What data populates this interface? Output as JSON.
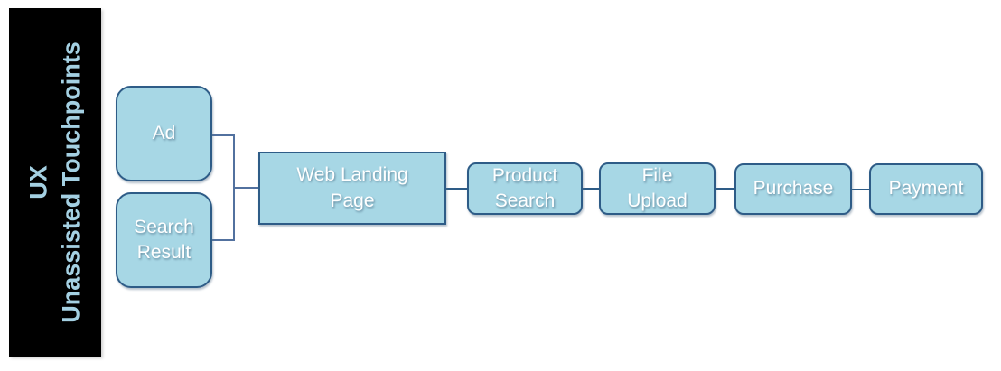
{
  "diagram": {
    "sidebar": {
      "title_line1": "UX",
      "title_line2": "Unassisted Touchpoints"
    },
    "nodes": [
      {
        "id": "ad",
        "label": "Ad",
        "shape": "rounded"
      },
      {
        "id": "search-result",
        "label": "Search Result",
        "shape": "rounded"
      },
      {
        "id": "web-landing-page",
        "label": "Web Landing Page",
        "shape": "rectangle"
      },
      {
        "id": "product-search",
        "label": "Product Search",
        "shape": "rounded"
      },
      {
        "id": "file-upload",
        "label": "File Upload",
        "shape": "rounded"
      },
      {
        "id": "purchase",
        "label": "Purchase",
        "shape": "rounded"
      },
      {
        "id": "payment",
        "label": "Payment",
        "shape": "rounded"
      }
    ],
    "edges": [
      {
        "from": "ad",
        "to": "web-landing-page"
      },
      {
        "from": "search-result",
        "to": "web-landing-page"
      },
      {
        "from": "web-landing-page",
        "to": "product-search"
      },
      {
        "from": "product-search",
        "to": "file-upload"
      },
      {
        "from": "file-upload",
        "to": "purchase"
      },
      {
        "from": "purchase",
        "to": "payment"
      }
    ],
    "colors": {
      "node_fill": "#A7D7E5",
      "node_border": "#2E5C87",
      "node_text": "#FFFFFF",
      "connector_main": "#2E5C87",
      "connector_elbow": "#52719F",
      "sidebar_bg": "#000000",
      "sidebar_text": "#A4D0E2",
      "canvas_bg": "#FFFFFF"
    }
  }
}
